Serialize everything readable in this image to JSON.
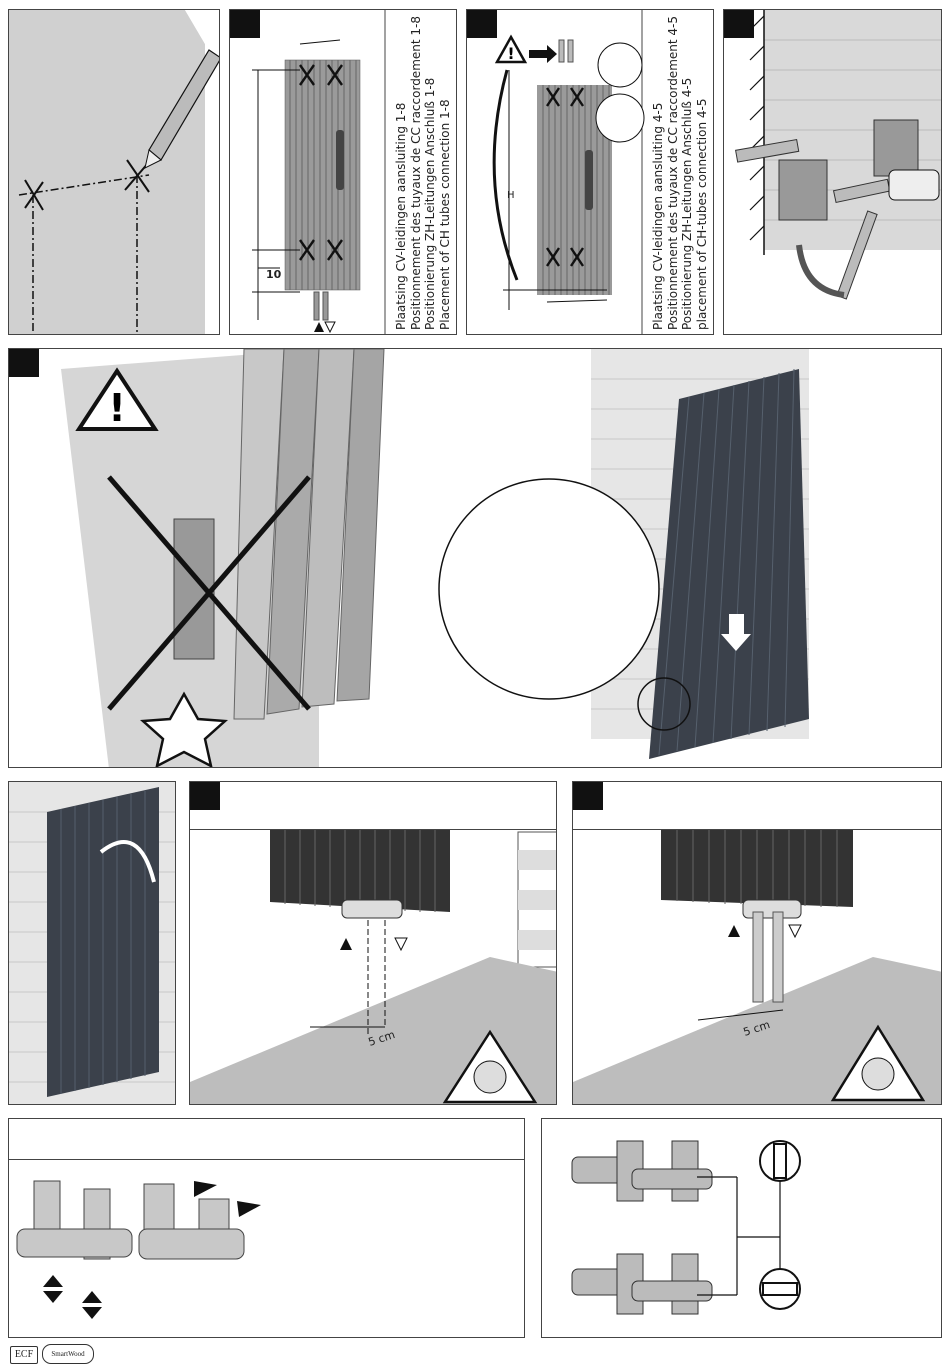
{
  "panel2": {
    "lines": [
      "Plaatsing CV-leidingen aansluiting 1-8",
      "Positionnement des tuyaux de CC raccordement 1-8",
      "Positionierung ZH-Leitungen Anschluß 1-8",
      "Placement of CH tubes connection 1-8"
    ],
    "dim": "10"
  },
  "panel3": {
    "lines": [
      "Plaatsing CV-leidingen aansluiting 4-5",
      "Positionnement des tuyaux de CC raccordement 4-5",
      "Positionierung ZH-Leitungen Anschluß 4-5",
      "placement of CH-tubes connection 4-5"
    ],
    "dim_h": "H"
  },
  "panel7": {
    "dim": "5 cm"
  },
  "panel8": {
    "dim": "5 cm"
  },
  "footer": {
    "logo1": "ECF",
    "logo2": "SmartWood"
  }
}
